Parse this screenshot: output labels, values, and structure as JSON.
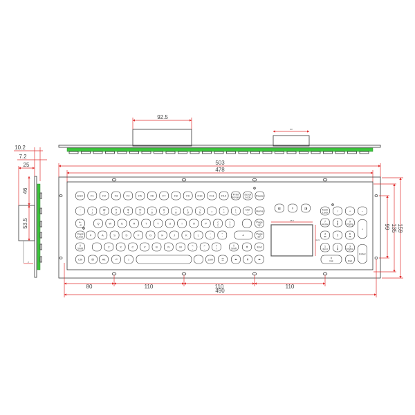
{
  "colors": {
    "dimension": "#e03030",
    "pcb": "#3cc43c",
    "outline": "#333333"
  },
  "top_view": {
    "dim_display_width": "92.5",
    "dim_small": "93"
  },
  "front_view": {
    "dim_overall_width": "503",
    "dim_inner_width": "478",
    "dim_hole_spacing": [
      "80",
      "110",
      "110",
      "110"
    ],
    "dim_hole_total": "490",
    "dim_hole_height": "99",
    "dim_inner_height": "135",
    "dim_overall_height": "159",
    "touchpad_width": "45.6",
    "touchpad_height": "41.9"
  },
  "side_view": {
    "dim_a": "10.2",
    "dim_b": "7.2",
    "dim_c": "25",
    "dim_d": "46",
    "dim_e": "53.5",
    "dim_f": "2"
  },
  "keyboard": {
    "rows": [
      [
        "ESC",
        "F1",
        "F2",
        "F3",
        "F4",
        "F5",
        "F6",
        "F7",
        "F8",
        "F9",
        "F10",
        "F11",
        "F12",
        "Print\nScreen",
        "Scroll\nLock",
        "Pause"
      ],
      [
        "~\n`",
        "!\n1",
        "@\n2",
        "#\n3",
        "$\n4",
        "%\n5",
        "^\n6",
        "&\n7",
        "*\n8",
        "(\n9",
        ")\n0",
        "_\n-",
        "+\n=",
        "|\n\\",
        "Del\n←",
        "Home"
      ],
      [
        "⇤\n⇥",
        "Q",
        "W",
        "E",
        "R",
        "T",
        "Y",
        "U",
        "I",
        "O",
        "P",
        "{\n[",
        "}\n]",
        "",
        "Page\nUp"
      ],
      [
        "Caps\nLock",
        "#",
        "A",
        "S",
        "D",
        "F",
        "G",
        "H",
        "J",
        "K",
        "L",
        ":\n;",
        "\"\n'",
        "↵",
        "Page\nDn"
      ],
      [
        "⇧\nShift",
        "",
        "Z",
        "X",
        "C",
        "V",
        "B",
        "N",
        "M",
        "<\n,",
        ">\n.",
        "?\n/",
        "⇧\nShift",
        "⬆",
        "End"
      ],
      [
        "Ctrl",
        "⊞",
        "Alt",
        "⏎",
        "⌂",
        "",
        "",
        ".com",
        "☰",
        "⬅",
        "⬇",
        "➡"
      ]
    ],
    "mouse_buttons": [
      "◧",
      "⇕",
      "◨"
    ],
    "numpad": [
      [
        "Num\nLock",
        "/",
        "+",
        "−"
      ],
      [
        "7\nHome",
        "8\n⬆",
        "9\nPgUp",
        "+"
      ],
      [
        "4\n⬅",
        "5",
        "6\n➡"
      ],
      [
        "1\nEnd",
        "2\n⬇",
        "3\nPgDn",
        "Enter"
      ],
      [
        "0\nIns",
        ".\nDel"
      ]
    ]
  }
}
